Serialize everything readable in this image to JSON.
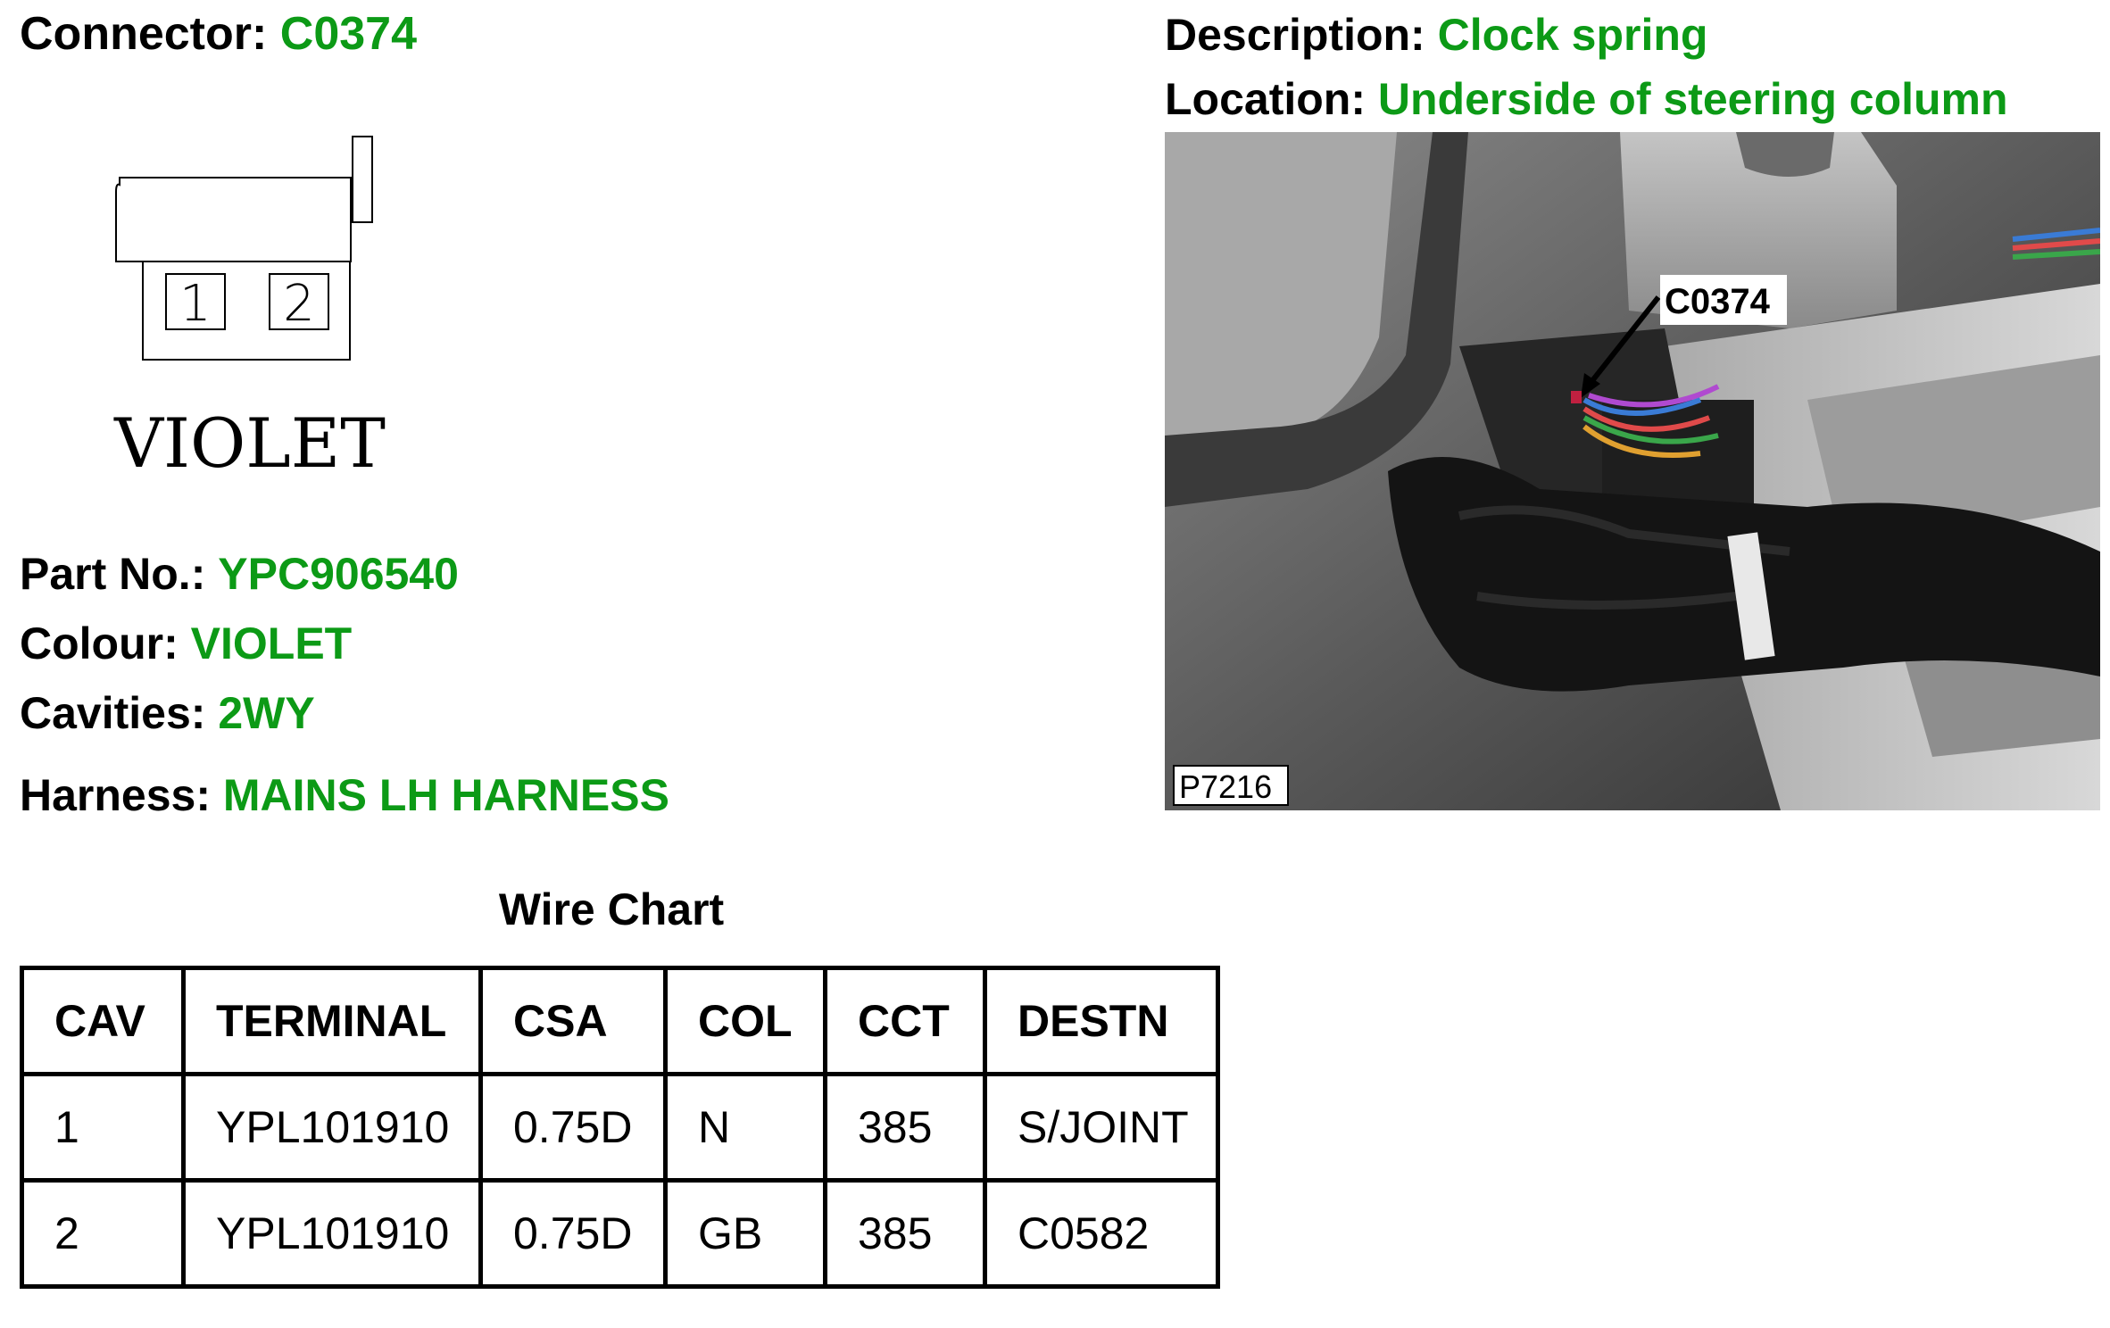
{
  "connector": {
    "label": "Connector:",
    "value": "C0374"
  },
  "description": {
    "label": "Description:",
    "value": "Clock spring"
  },
  "location": {
    "label": "Location:",
    "value": "Underside of steering column"
  },
  "diagram": {
    "cavity_1": "1",
    "cavity_2": "2",
    "colour_label": "VIOLET"
  },
  "photo": {
    "callout": "C0374",
    "ref": "P7216"
  },
  "part_no": {
    "label": "Part No.:",
    "value": "YPC906540"
  },
  "colour": {
    "label": "Colour:",
    "value": "VIOLET"
  },
  "cavities": {
    "label": "Cavities:",
    "value": "2WY"
  },
  "harness": {
    "label": "Harness:",
    "value": "MAINS LH HARNESS"
  },
  "wire_chart": {
    "title": "Wire Chart",
    "headers": [
      "CAV",
      "TERMINAL",
      "CSA",
      "COL",
      "CCT",
      "DESTN"
    ],
    "rows": [
      [
        "1",
        "YPL101910",
        "0.75D",
        "N",
        "385",
        "S/JOINT"
      ],
      [
        "2",
        "YPL101910",
        "0.75D",
        "GB",
        "385",
        "C0582"
      ]
    ]
  },
  "colors": {
    "accent_green": "#0c9a16"
  }
}
